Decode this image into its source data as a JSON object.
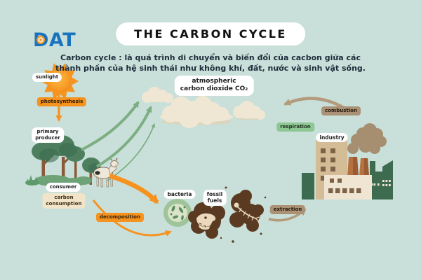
{
  "logo": {
    "text": "DAT"
  },
  "header": {
    "title": "THE CARBON CYCLE",
    "subtitle": "Carbon cycle : là quá trình di chuyển và biến đổi của cacbon giữa các\nthành phần của hệ sinh thái như không khí, đất, nước và sinh vật sống."
  },
  "labels": {
    "sunlight": "sunlight",
    "photosynthesis": "photosynthesis",
    "primary_producer": "primary\nproducer",
    "consumer": "consumer",
    "carbon_consumption": "carbon\nconsumption",
    "atmospheric_co2": "atmospheric\ncarbon dioxide CO₂",
    "respiration": "respiration",
    "combustion": "combustion",
    "industry": "industry",
    "decomposition": "decomposition",
    "bacteria": "bacteria",
    "fossil_fuels": "fossil\nfuels",
    "extraction": "extraction"
  },
  "colors": {
    "background": "#c9dfd9",
    "accent_orange": "#f6921e",
    "label_green": "#8dc794",
    "label_tan": "#ab9175",
    "label_cream": "#f2e4c8",
    "arrow_green": "#7cae82",
    "arrow_tan": "#b39b7b",
    "logo_blue": "#1a73be",
    "tree_green": "#4d7f5f",
    "factory_green": "#3d6b50",
    "fossil_brown": "#5a3b22",
    "smoke_brown": "#a68e71",
    "cloud_cream": "#efe7d3",
    "ink": "#1c2b39"
  }
}
